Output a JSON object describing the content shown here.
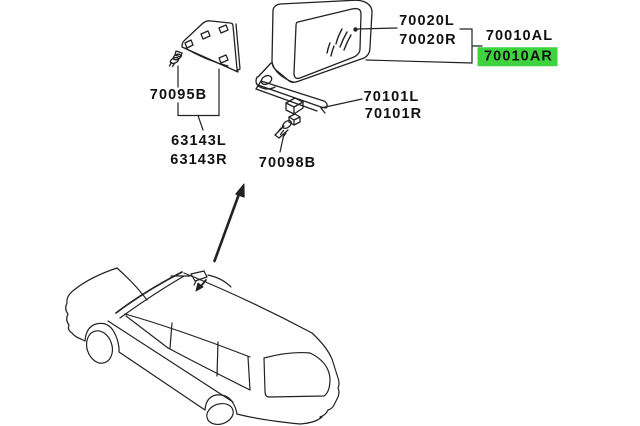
{
  "diagram": {
    "type": "vehicle-parts-exploded-diagram",
    "subject": "door-mirror-assembly",
    "highlight_color": "#3fd43f",
    "line_color": "#222222",
    "background_color": "#ffffff"
  },
  "parts": {
    "labels": [
      {
        "part_number": "70020L",
        "highlighted": false
      },
      {
        "part_number": "70020R",
        "highlighted": false
      },
      {
        "part_number": "70010AL",
        "highlighted": false
      },
      {
        "part_number": "70010AR",
        "highlighted": true
      },
      {
        "part_number": "70101L",
        "highlighted": false
      },
      {
        "part_number": "70101R",
        "highlighted": false
      },
      {
        "part_number": "70095B",
        "highlighted": false
      },
      {
        "part_number": "63143L",
        "highlighted": false
      },
      {
        "part_number": "63143R",
        "highlighted": false
      },
      {
        "part_number": "70098B",
        "highlighted": false
      }
    ]
  }
}
